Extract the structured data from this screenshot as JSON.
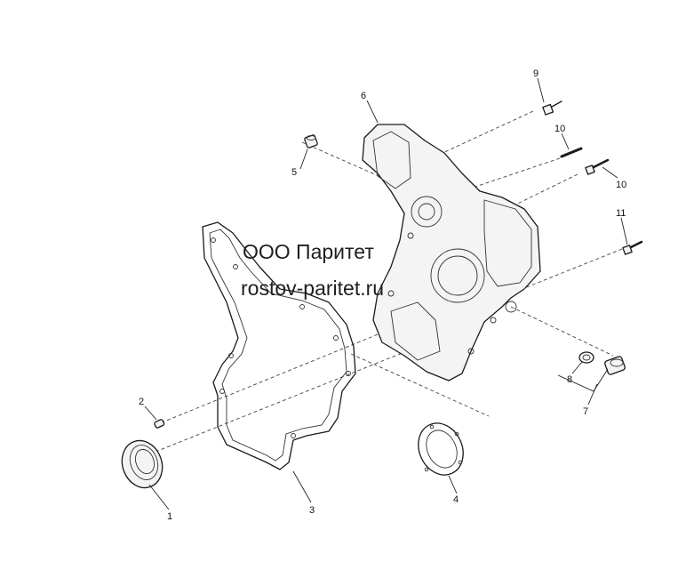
{
  "watermark": {
    "line1": "ООО Паритет",
    "line2": "rostov-paritet.ru"
  },
  "callouts": {
    "c1": "1",
    "c2": "2",
    "c3": "3",
    "c4": "4",
    "c5": "5",
    "c6": "6",
    "c7": "7",
    "c8": "8",
    "c9": "9",
    "c10a": "10",
    "c10b": "10",
    "c11": "11"
  }
}
